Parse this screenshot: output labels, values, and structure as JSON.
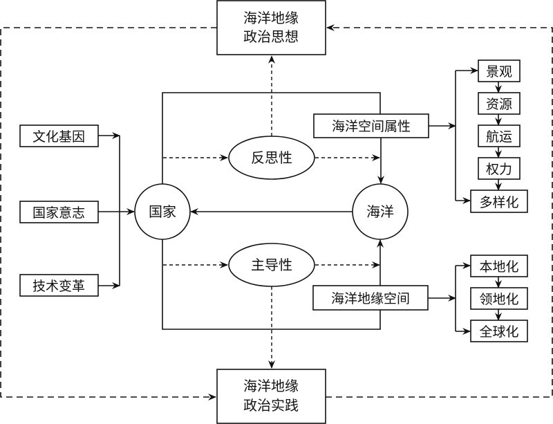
{
  "diagram": {
    "top_box": {
      "line1": "海洋地缘",
      "line2": "政治思想"
    },
    "bottom_box": {
      "line1": "海洋地缘",
      "line2": "政治实践"
    },
    "inputs": [
      "文化基因",
      "国家意志",
      "技术变革"
    ],
    "state_node": "国家",
    "ocean_node": "海洋",
    "reflexivity": "反思性",
    "dominance": "主导性",
    "ocean_space_attr": "海洋空间属性",
    "ocean_geo_space": "海洋地缘空间",
    "attr_chain": [
      "景观",
      "资源",
      "航运",
      "权力",
      "多样化"
    ],
    "geo_chain": [
      "本地化",
      "领地化",
      "全球化"
    ]
  }
}
